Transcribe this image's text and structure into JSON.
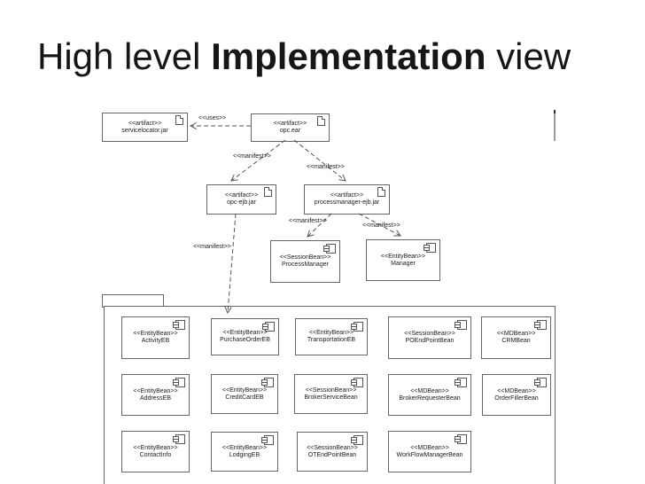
{
  "title": {
    "prefix": "High level ",
    "bold": "Implementation",
    "suffix": " view"
  },
  "uml": {
    "labels": {
      "uses": "<<uses>>",
      "manifest": "<<manifest>>"
    },
    "nodes": {
      "servicelocator": {
        "stereotype": "<<artifact>>",
        "name": "servicelocator.jar"
      },
      "opc_ear": {
        "stereotype": "<<artifact>>",
        "name": "opc.ear"
      },
      "opc_ejb": {
        "stereotype": "<<artifact>>",
        "name": "opc-ejb.jar"
      },
      "processmanager_ejb": {
        "stereotype": "<<artifact>>",
        "name": "processmanager-ejb.jar"
      },
      "process_manager": {
        "stereotype": "<<SessionBean>>",
        "name": "ProcessManager"
      },
      "manager": {
        "stereotype": "<<EntityBean>>",
        "name": "Manager"
      }
    },
    "beans": [
      {
        "stereotype": "<<EntityBean>>",
        "name": "ActivityEB"
      },
      {
        "stereotype": "<<EntityBean>>",
        "name": "PurchaseOrderEB"
      },
      {
        "stereotype": "<<EntityBean>>",
        "name": "TransportationEB"
      },
      {
        "stereotype": "<<SessionBean>>",
        "name": "POEndPointBean"
      },
      {
        "stereotype": "<<MDBean>>",
        "name": "CRMBean"
      },
      {
        "stereotype": "<<EntityBean>>",
        "name": "AddressEB"
      },
      {
        "stereotype": "<<EntityBean>>",
        "name": "CreditCardEB"
      },
      {
        "stereotype": "<<SessionBean>>",
        "name": "BrokerServiceBean"
      },
      {
        "stereotype": "<<MDBean>>",
        "name": "BrokerRequesterBean"
      },
      {
        "stereotype": "<<MDBean>>",
        "name": "OrderFillerBean"
      },
      {
        "stereotype": "<<EntityBean>>",
        "name": "ContactInfo"
      },
      {
        "stereotype": "<<EntityBean>>",
        "name": "LodgingEB"
      },
      {
        "stereotype": "<<SessionBean>>",
        "name": "OTEndPointBean"
      },
      {
        "stereotype": "<<MDBean>>",
        "name": "WorkFlowManagerBean"
      }
    ],
    "icons": {
      "artifact": "artifact-icon",
      "component": "component-icon",
      "package": "package-folder"
    },
    "colors": {
      "background": "#ffffff",
      "line": "#666666",
      "text": "#1b1b1b",
      "title_text": "#161616"
    }
  }
}
